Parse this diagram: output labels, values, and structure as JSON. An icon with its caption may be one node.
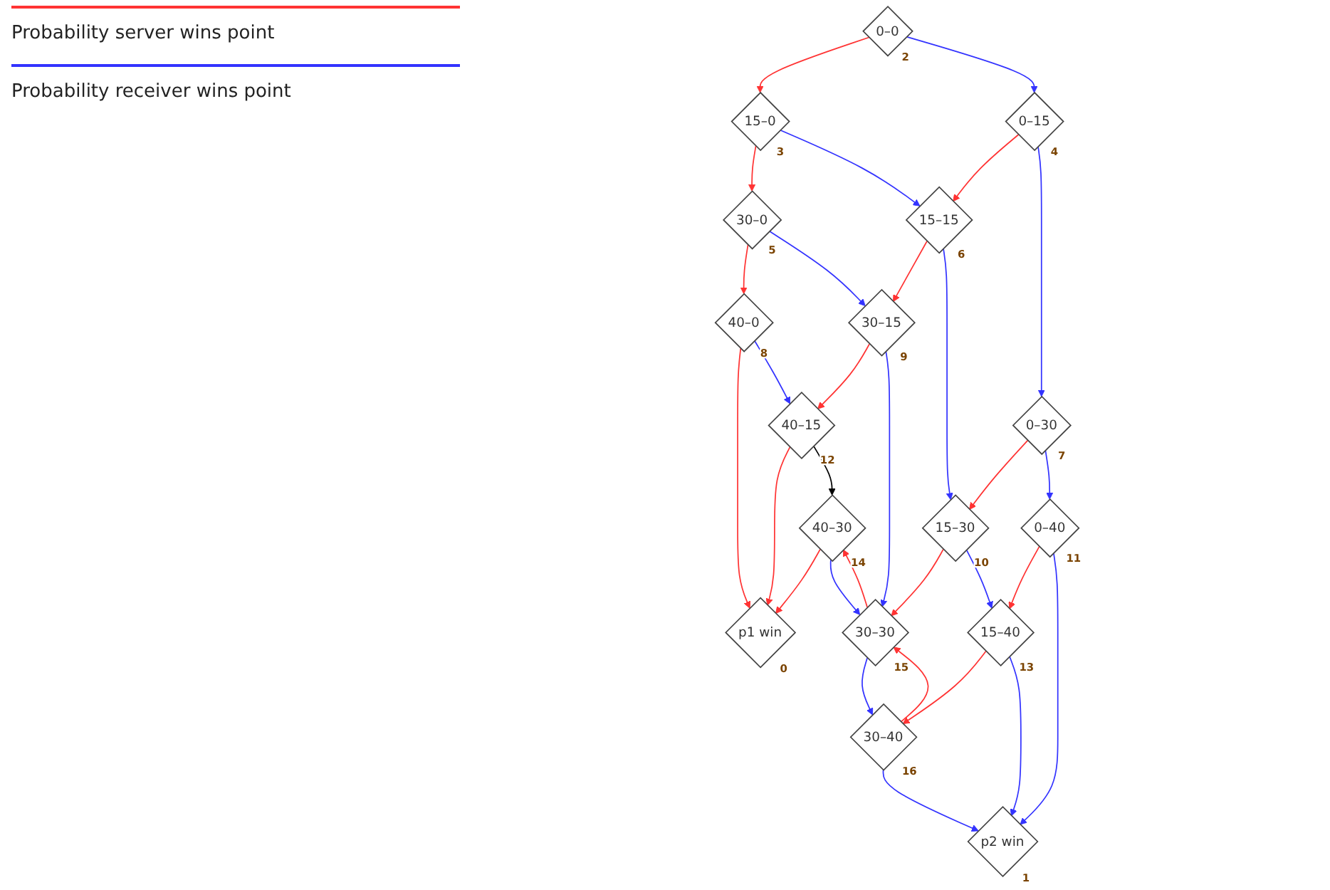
{
  "diagram": {
    "nodes": [
      {
        "text": [
          "0–0"
        ],
        "beside": [
          "2"
        ]
      },
      {
        "text": [
          "15–0"
        ],
        "beside": [
          "3"
        ]
      },
      {
        "text": [
          "0–15"
        ],
        "beside": [
          "4"
        ]
      },
      {
        "text": [
          "30–0"
        ],
        "beside": [
          "5"
        ]
      },
      {
        "text": [
          "15–15"
        ],
        "beside": [
          "6"
        ]
      },
      {
        "text": [
          "0–30"
        ],
        "beside": [
          "7"
        ]
      },
      {
        "text": [
          "40–0"
        ],
        "beside": [
          "8"
        ]
      },
      {
        "text": [
          "30–15"
        ],
        "beside": [
          "9"
        ]
      },
      {
        "text": [
          "15–30"
        ],
        "beside": [
          "10"
        ]
      },
      {
        "text": [
          "0–40"
        ],
        "beside": [
          "11"
        ]
      },
      {
        "text": [
          "40–15"
        ],
        "beside": [
          "12"
        ]
      },
      {
        "text": [
          "15–40"
        ],
        "beside": [
          "13"
        ]
      },
      {
        "text": [
          "p1 win"
        ],
        "beside": [
          "0"
        ]
      },
      {
        "text": [
          "40–30"
        ],
        "beside": [
          "14"
        ]
      },
      {
        "text": [
          "30–30"
        ],
        "beside": [
          "15"
        ]
      },
      {
        "text": [
          "30–40"
        ],
        "beside": [
          "16"
        ]
      },
      {
        "text": [
          "p2 win"
        ],
        "beside": [
          "1"
        ]
      }
    ],
    "edges": [
      {
        "from": 0,
        "to": 1,
        "arrow": "to"
      },
      {
        "from": 0,
        "to": 2,
        "arrow": "to",
        "color": "#3333ff"
      },
      {
        "from": 1,
        "to": 3,
        "arrow": "to"
      },
      {
        "from": 1,
        "to": 4,
        "arrow": "to",
        "color": "#3333ff"
      },
      {
        "from": 2,
        "to": 4,
        "arrow": "to"
      },
      {
        "from": 2,
        "to": 5,
        "arrow": "to",
        "color": "#3333ff"
      },
      {
        "from": 3,
        "to": 6,
        "arrow": "to"
      },
      {
        "from": 3,
        "to": 7,
        "arrow": "to",
        "color": "#3333ff"
      },
      {
        "from": 4,
        "to": 7,
        "arrow": "to"
      },
      {
        "from": 4,
        "to": 8,
        "arrow": "to",
        "color": "#3333ff"
      },
      {
        "from": 5,
        "to": 8,
        "arrow": "to"
      },
      {
        "from": 5,
        "to": 9,
        "arrow": "to",
        "color": "#3333ff"
      },
      {
        "from": 6,
        "to": 12,
        "arrow": "to"
      },
      {
        "from": 6,
        "to": 10,
        "arrow": "to",
        "color": "#3333ff"
      },
      {
        "from": 7,
        "to": 10,
        "arrow": "to"
      },
      {
        "from": 7,
        "to": 14,
        "arrow": "to",
        "color": "#3333ff"
      },
      {
        "from": 8,
        "to": 14,
        "arrow": "to"
      },
      {
        "from": 8,
        "to": 11,
        "arrow": "to",
        "color": "#3333ff"
      },
      {
        "from": 9,
        "to": 11,
        "arrow": "to"
      },
      {
        "from": 9,
        "to": 16,
        "arrow": "to",
        "color": "#3333ff"
      },
      {
        "from": 10,
        "to": 12,
        "arrow": "to"
      },
      {
        "from": 10,
        "to": 13,
        "arrow": "to",
        "color": "#000000"
      },
      {
        "from": 11,
        "to": 15,
        "arrow": "to"
      },
      {
        "from": 11,
        "to": 16,
        "arrow": "to",
        "color": "#3333ff"
      },
      {
        "from": 13,
        "to": 12,
        "arrow": "to"
      },
      {
        "from": 13,
        "to": 14,
        "arrow": "to",
        "color": "#3333ff"
      },
      {
        "from": 14,
        "to": 13,
        "arrow": "to"
      },
      {
        "from": 14,
        "to": 15,
        "arrow": "to",
        "color": "#3333ff"
      },
      {
        "from": 15,
        "to": 14,
        "arrow": "to"
      },
      {
        "from": 15,
        "to": 16,
        "arrow": "to",
        "color": "#3333ff"
      }
    ],
    "legend": [
      {
        "text": "Probability server wins point"
      },
      {
        "text": "Probability receiver wins point"
      }
    ]
  }
}
